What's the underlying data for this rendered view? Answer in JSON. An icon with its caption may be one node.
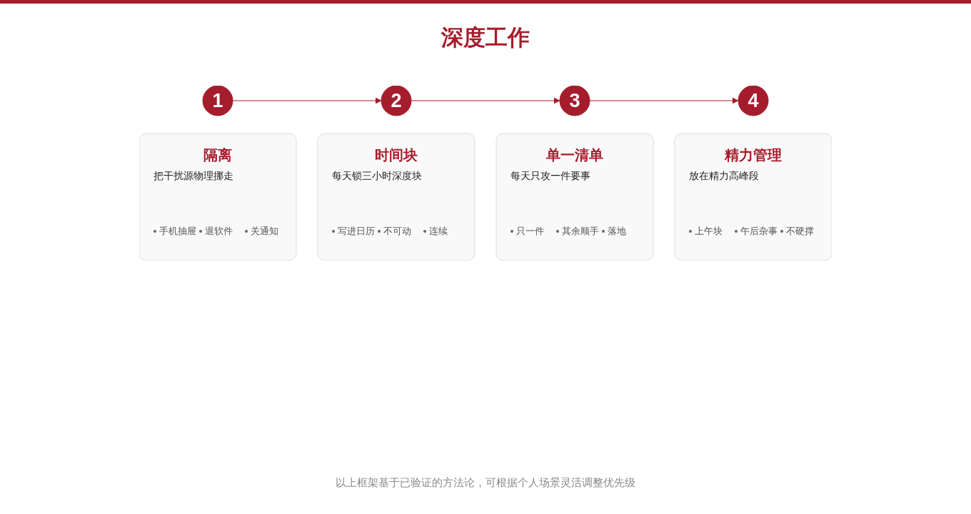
{
  "diagram": {
    "title": "深度工作",
    "nodes": [
      {
        "text": [
          "1"
        ]
      },
      {
        "text": [
          "隔离",
          "把干扰源物理挪走",
          "手机抽屉",
          "退软件",
          "关通知"
        ]
      },
      {
        "text": [
          "2"
        ]
      },
      {
        "text": [
          "时间块",
          "每天锁三小时深度块",
          "写进日历",
          "不可动",
          "连续"
        ]
      },
      {
        "text": [
          "3"
        ]
      },
      {
        "text": [
          "单一清单",
          "每天只攻一件要事",
          "只一件",
          "其余顺手",
          "落地"
        ]
      },
      {
        "text": [
          "4"
        ]
      },
      {
        "text": [
          "精力管理",
          "放在精力高峰段",
          "上午块",
          "午后杂事",
          "不硬撑"
        ]
      }
    ],
    "edges": [
      {
        "from": 0,
        "to": 2,
        "arrow": "to"
      },
      {
        "from": 2,
        "to": 4,
        "arrow": "to"
      },
      {
        "from": 4,
        "to": 6,
        "arrow": "to"
      }
    ],
    "caption": "以上框架基于已验证的方法论，可根据个人场景灵活调整优先级"
  }
}
